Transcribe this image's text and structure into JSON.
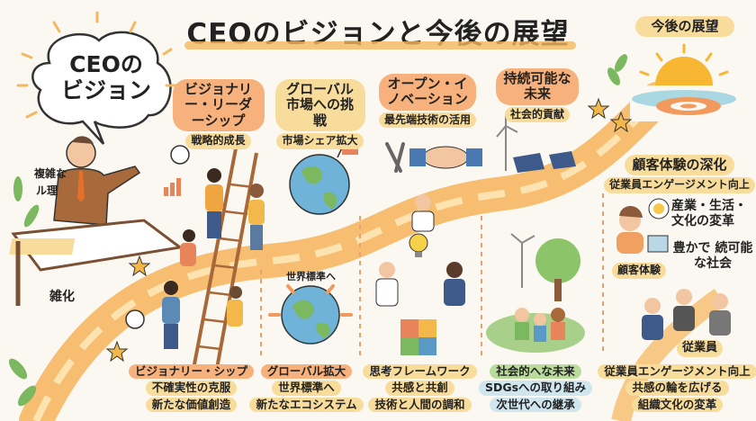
{
  "title": "CEOのビジョンと今後の展望",
  "bubble": {
    "line1": "CEOの",
    "line2": "ビジョン"
  },
  "future_badge": "今後の展望",
  "pillars": [
    {
      "title": "ビジョナリー・リーダーシップ",
      "subtitle": "戦略的成長"
    },
    {
      "title": "グローバル市場への挑戦",
      "subtitle": "市場シェア拡大"
    },
    {
      "title": "オープン・イノベーション",
      "subtitle": "最先端技術の活用"
    },
    {
      "title": "持続可能な未来",
      "subtitle": "社会的貢献"
    },
    {
      "title": "顧客体験の深化",
      "subtitle": "従業員エンゲージメント向上"
    }
  ],
  "side_texts": {
    "transform": "産業・生活・文化の変革",
    "society": "豊かで 続可能な社会",
    "customer": "顧客体験",
    "global_standard": "世界標準へ",
    "employee": "従業員",
    "fragment1": "複雑な",
    "fragment2": "ル理",
    "fragment3": "雑化"
  },
  "bottom_columns": [
    {
      "title": "ビジョナリー・シップ",
      "lines": [
        "不確実性の克服",
        "新たな価値創造"
      ]
    },
    {
      "title": "グローバル拡大",
      "lines": [
        "世界標準へ",
        "新たなエコシステム"
      ]
    },
    {
      "title": "思考フレームワーク",
      "lines": [
        "共感と共創",
        "技術と人間の調和"
      ]
    },
    {
      "title": "社会的へな未来",
      "lines": [
        "SDGsへの取り組み",
        "次世代への継承"
      ]
    },
    {
      "title": "従業員エンゲージメント向上",
      "lines": [
        "共感の輪を広げる",
        "組織文化の変革"
      ]
    }
  ],
  "colors": {
    "background": "#fbf8f1",
    "path": "#f6b45a",
    "accent_orange": "#f6b17c",
    "accent_yellow": "#f8dc9b",
    "accent_green": "#b9dc9d",
    "accent_blue": "#cfe6ef"
  },
  "icons": [
    "cloud-speech-bubble",
    "sun",
    "globe",
    "ladder",
    "compass",
    "bar-chart",
    "wind-turbine",
    "solar-panel",
    "handshake",
    "lightbulb",
    "puzzle",
    "laptop",
    "target",
    "star",
    "leaf"
  ]
}
